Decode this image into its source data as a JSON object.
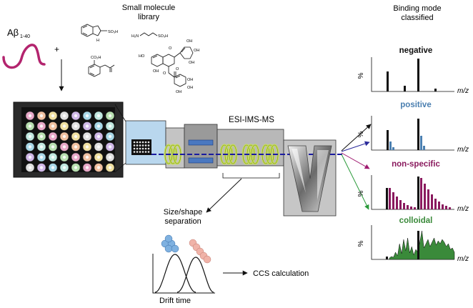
{
  "reagents": {
    "peptide_label": "Aβ",
    "peptide_subscript": "1-40",
    "plus": "+",
    "library_title_line1": "Small molecule",
    "library_title_line2": "library",
    "molecule1_substituent": "SO₃H",
    "molecule1_nh": "H",
    "molecule2_cooh": "CO₂H",
    "molecule3_amine": "H₂N",
    "molecule3_sulfonate": "SO₃H",
    "polyphenol_labels": [
      "OH",
      "OH",
      "OH",
      "HO",
      "OH",
      "OH",
      "OH",
      "OH",
      "O",
      "O",
      "O"
    ]
  },
  "instrument": {
    "title": "ESI-IMS-MS"
  },
  "separation": {
    "title_line1": "Size/shape",
    "title_line2": "separation",
    "x_label": "Drift time",
    "ccs_label": "CCS calculation"
  },
  "classification": {
    "title_line1": "Binding mode",
    "title_line2": "classified",
    "y_symbol": "%",
    "x_axis": "m/z",
    "panels": [
      {
        "name": "negative",
        "color": "#111111"
      },
      {
        "name": "positive",
        "color": "#4a7fb0"
      },
      {
        "name": "non-specific",
        "color": "#8a1a5e"
      },
      {
        "name": "colloidal",
        "color": "#3a8a3a"
      }
    ]
  },
  "colors": {
    "peptide": "#b3246e",
    "plate_frame": "#1a1a1a",
    "source_box": "#b9d7ee",
    "instrument_body": "#b5b5b5",
    "coil": "#c8e05a",
    "ion_beam": "#1a1aa0",
    "arrow_positive": "#2a2a9a",
    "arrow_nonspecific": "#a01a70",
    "arrow_colloidal": "#2a9a3a",
    "compact_ions": "#7fb1e0",
    "extended_ions": "#f0b3a8"
  }
}
